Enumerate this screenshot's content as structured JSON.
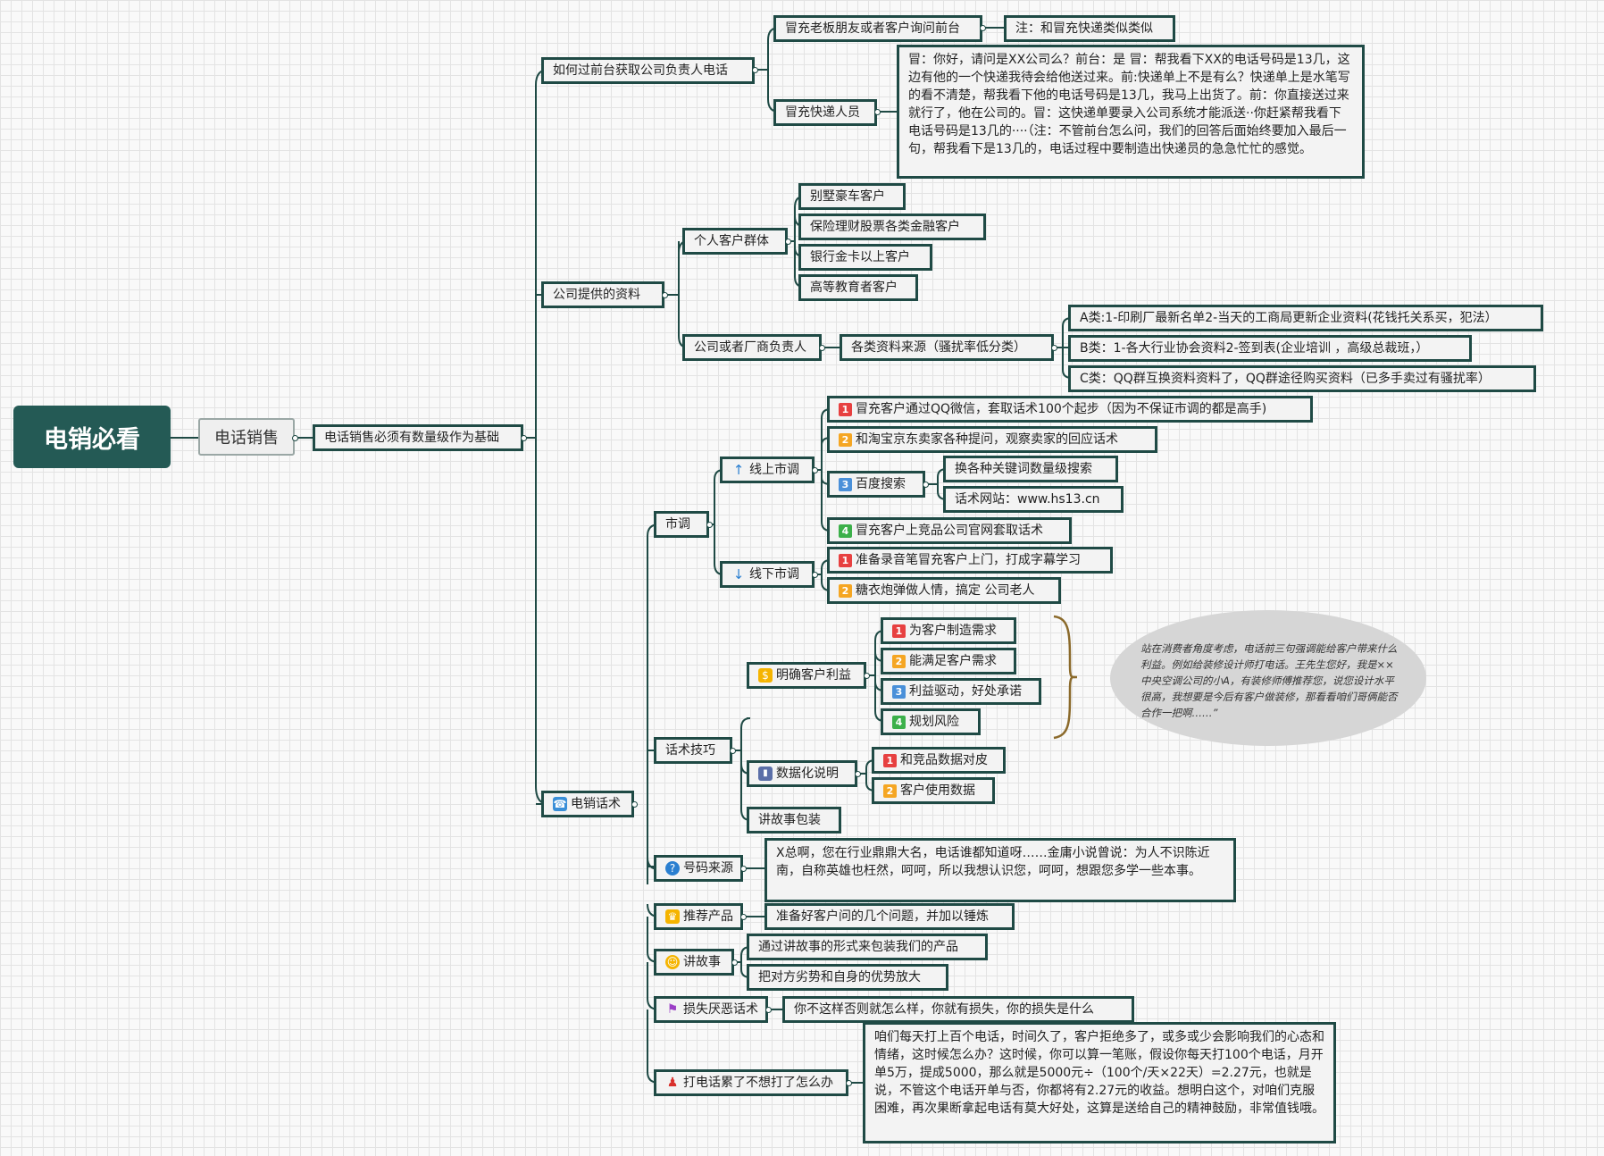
{
  "root": "电销必看",
  "level1": "电话销售",
  "hub": "电话销售必须有数量级作为基础",
  "branch_front_desk": {
    "label": "如何过前台获取公司负责人电话",
    "impersonate_friend": "冒充老板朋友或者客户询问前台",
    "impersonate_friend_note": "注：和冒充快递类似类似",
    "impersonate_courier": "冒充快递人员",
    "courier_script": "冒：你好，请问是XX公司么？前台：是 冒：帮我看下XX的电话号码是13几，这边有他的一个快递我待会给他送过来。前:快递单上不是有么？快递单上是水笔写的看不清楚，帮我看下他的电话号码是13几，我马上出货了。前：你直接送过来就行了，他在公司的。冒：这快递单要录入公司系统才能派送··你赶紧帮我看下电话号码是13几的····（注：不管前台怎么问，我们的回答后面始终要加入最后一句，帮我看下是13几的，电话过程中要制造出快递员的急急忙忙的感觉。"
  },
  "branch_company_data": {
    "label": "公司提供的资料",
    "individual": "个人客户群体",
    "individual_items": [
      "别墅豪车客户",
      "保险理财股票各类金融客户",
      "银行金卡以上客户",
      "高等教育者客户"
    ],
    "company_heads": "公司或者厂商负责人",
    "sources": "各类资料来源（骚扰率低分类）",
    "source_items": [
      "A类:1-印刷厂最新名单2-当天的工商局更新企业资料(花钱托关系买，犯法）",
      "B类：1-各大行业协会资料2-签到表(企业培训 ，高级总裁班，）",
      "C类：QQ群互换资料资料了，QQ群途径购买资料（已多手卖过有骚扰率）"
    ]
  },
  "branch_scripts": {
    "label": "电销话术",
    "research": "市调",
    "online": "线上市调",
    "online_items": [
      "冒充客户通过QQ微信，套取话术100个起步（因为不保证市调的都是高手)",
      "和淘宝京东卖家各种提问，观察卖家的回应话术",
      "百度搜索",
      "冒充客户上竞品公司官网套取话术"
    ],
    "baidu_items": [
      "换各种关键词数量级搜索",
      "话术网站：www.hs13.cn"
    ],
    "offline": "线下市调",
    "offline_items": [
      "准备录音笔冒充客户上门，打成字幕学习",
      "糖衣炮弹做人情，搞定 公司老人"
    ],
    "skills": "话术技巧",
    "benefit": "明确客户利益",
    "benefit_items": [
      "为客户制造需求",
      "能满足客户需求",
      "利益驱动，好处承诺",
      "规划风险"
    ],
    "benefit_note": "站在消费者角度考虑，电话前三句强调能给客户带来什么利益。例如给装修设计师打电话。王先生您好，我是××中央空调公司的小A，有装修师傅推荐您，说您设计水平很高，我想要是今后有客户做装修，那看看咱们哥俩能否合作一把啊……”",
    "data_talk": "数据化说明",
    "data_items": [
      "和竞品数据对皮",
      "客户使用数据"
    ],
    "story_pack": "讲故事包装",
    "number_source": "号码来源",
    "number_source_text": "X总啊，您在行业鼎鼎大名，电话谁都知道呀……金庸小说曾说：为人不识陈近南，自称英雄也枉然，呵呵，所以我想认识您，呵呵，想跟您多学一些本事。",
    "recommend": "推荐产品",
    "recommend_text": "准备好客户问的几个问题，并加以锤炼",
    "story": "讲故事",
    "story_items": [
      "通过讲故事的形式来包装我们的产品",
      "把对方劣势和自身的优势放大"
    ],
    "loss": "损失厌恶话术",
    "loss_text": "你不这样否则就怎么样，你就有损失，你的损失是什么",
    "tired": "打电话累了不想打了怎么办",
    "tired_text": "咱们每天打上百个电话，时间久了，客户拒绝多了，或多或少会影响我们的心态和情绪，这时候怎么办？这时候，你可以算一笔账，假设你每天打100个电话，月开单5万，提成5000，那么就是5000元÷（100个/天×22天）=2.27元，也就是说，不管这个电话开单与否，你都将有2.27元的收益。想明白这个，对咱们克服困难，再次果断拿起电话有莫大好处，这算是送给自己的精神鼓励，非常值钱哦。"
  },
  "colors": {
    "line": "#1f4a45",
    "root": "#245a55",
    "bracket": "#8b6a2b"
  }
}
